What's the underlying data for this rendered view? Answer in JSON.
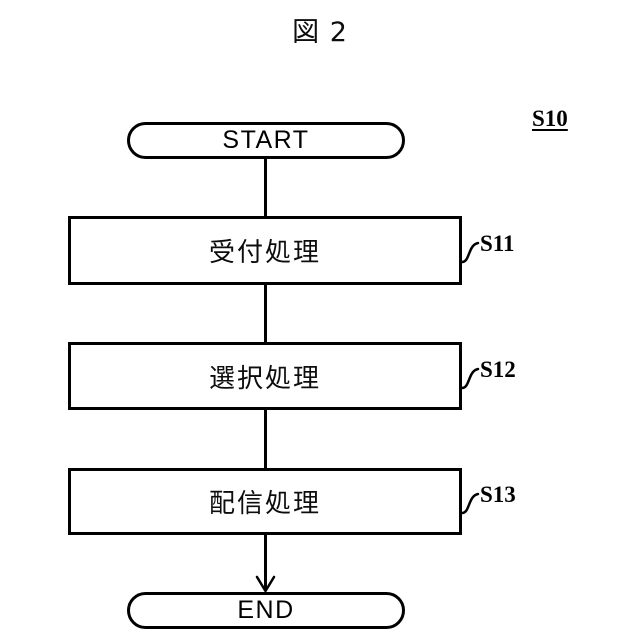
{
  "figure": {
    "title": "図 2",
    "overall_ref": "S10",
    "type": "flowchart"
  },
  "chart_data": {
    "type": "flowchart",
    "title": "図 2",
    "overall_ref": "S10",
    "orientation": "top-to-bottom",
    "nodes": [
      {
        "id": "start",
        "shape": "terminator",
        "label": "START",
        "ref": ""
      },
      {
        "id": "s11",
        "shape": "process",
        "label": "受付処理",
        "ref": "S11"
      },
      {
        "id": "s12",
        "shape": "process",
        "label": "選択処理",
        "ref": "S12"
      },
      {
        "id": "s13",
        "shape": "process",
        "label": "配信処理",
        "ref": "S13"
      },
      {
        "id": "end",
        "shape": "terminator",
        "label": "END",
        "ref": ""
      }
    ],
    "edges": [
      {
        "from": "start",
        "to": "s11",
        "arrow": false
      },
      {
        "from": "s11",
        "to": "s12",
        "arrow": false
      },
      {
        "from": "s12",
        "to": "s13",
        "arrow": false
      },
      {
        "from": "s13",
        "to": "end",
        "arrow": true
      }
    ],
    "colors": {
      "stroke": "#000000",
      "fill": "#ffffff",
      "text": "#000000"
    }
  },
  "nodes": {
    "start": {
      "label": "START"
    },
    "process1": {
      "label": "受付処理",
      "ref": "S11"
    },
    "process2": {
      "label": "選択処理",
      "ref": "S12"
    },
    "process3": {
      "label": "配信処理",
      "ref": "S13"
    },
    "end": {
      "label": "END"
    }
  }
}
